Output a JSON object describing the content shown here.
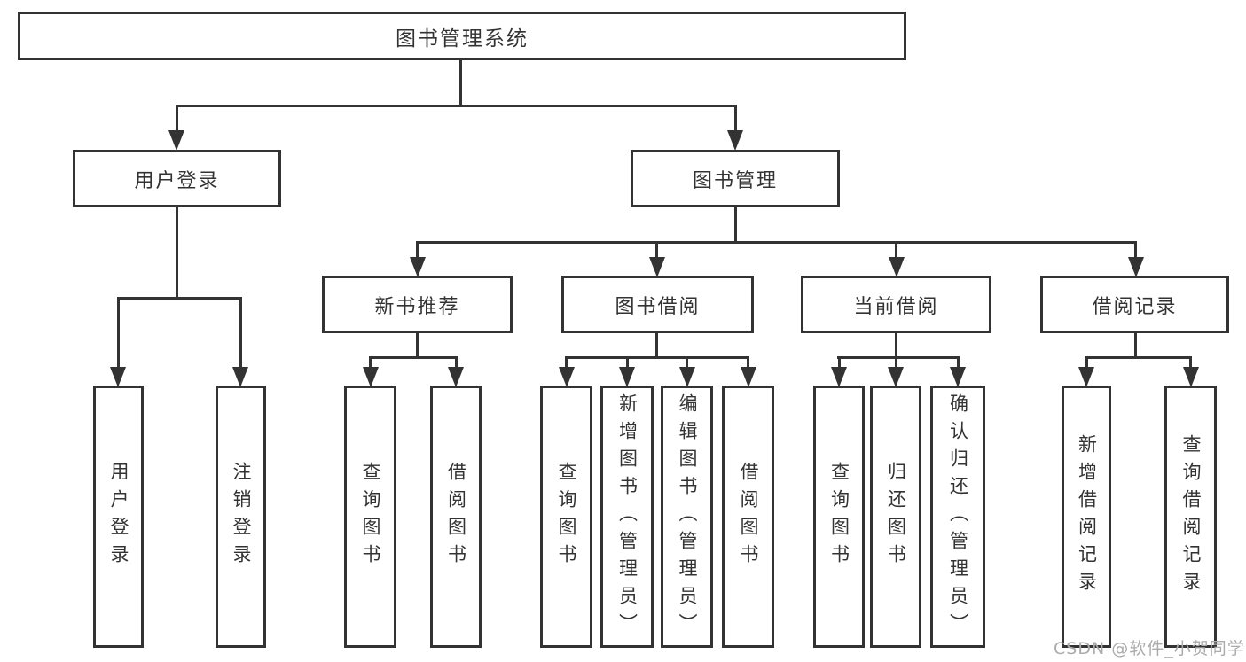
{
  "nodes": {
    "root": "图书管理系统",
    "user_login": "用户登录",
    "book_management": "图书管理",
    "new_book_recommend": "新书推荐",
    "book_borrow": "图书借阅",
    "current_borrow": "当前借阅",
    "borrow_records": "借阅记录"
  },
  "leaves": {
    "user_login": [
      "用户登录",
      "注销登录"
    ],
    "new_book_recommend": [
      "查询图书",
      "借阅图书"
    ],
    "book_borrow": [
      "查询图书",
      "新增图书（管理员）",
      "编辑图书（管理员）",
      "借阅图书"
    ],
    "current_borrow": [
      "查询图书",
      "归还图书",
      "确认归还（管理员）"
    ],
    "borrow_records": [
      "新增借阅记录",
      "查询借阅记录"
    ]
  },
  "watermark": "CSDN @软件_小贺同学",
  "colors": {
    "line": "#333333",
    "text": "#333333",
    "watermark": "#ababab",
    "background": "#ffffff"
  }
}
